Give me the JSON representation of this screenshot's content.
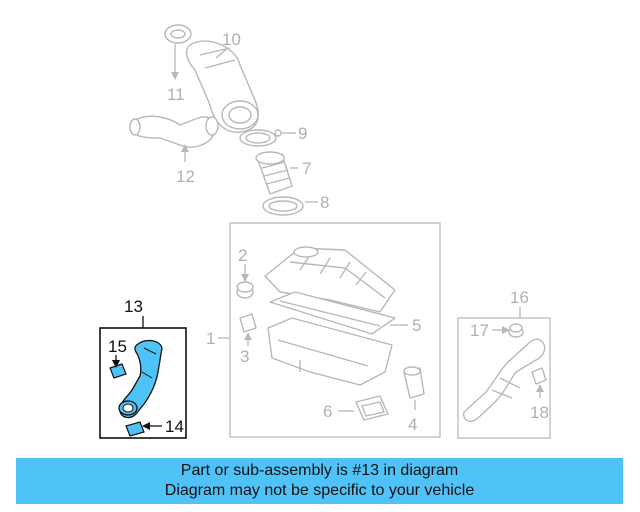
{
  "callouts": {
    "p1": "1",
    "p2": "2",
    "p3": "3",
    "p4": "4",
    "p5": "5",
    "p6": "6",
    "p7": "7",
    "p8": "8",
    "p9": "9",
    "p10": "10",
    "p11": "11",
    "p12": "12",
    "p13": "13",
    "p14": "14",
    "p15": "15",
    "p16": "16",
    "p17": "17",
    "p18": "18"
  },
  "highlight": {
    "part_number": "13",
    "color": "#4fc3f7"
  },
  "banner": {
    "line1": "Part or sub-assembly is #13 in diagram",
    "line2": "Diagram may not be specific to your vehicle"
  }
}
